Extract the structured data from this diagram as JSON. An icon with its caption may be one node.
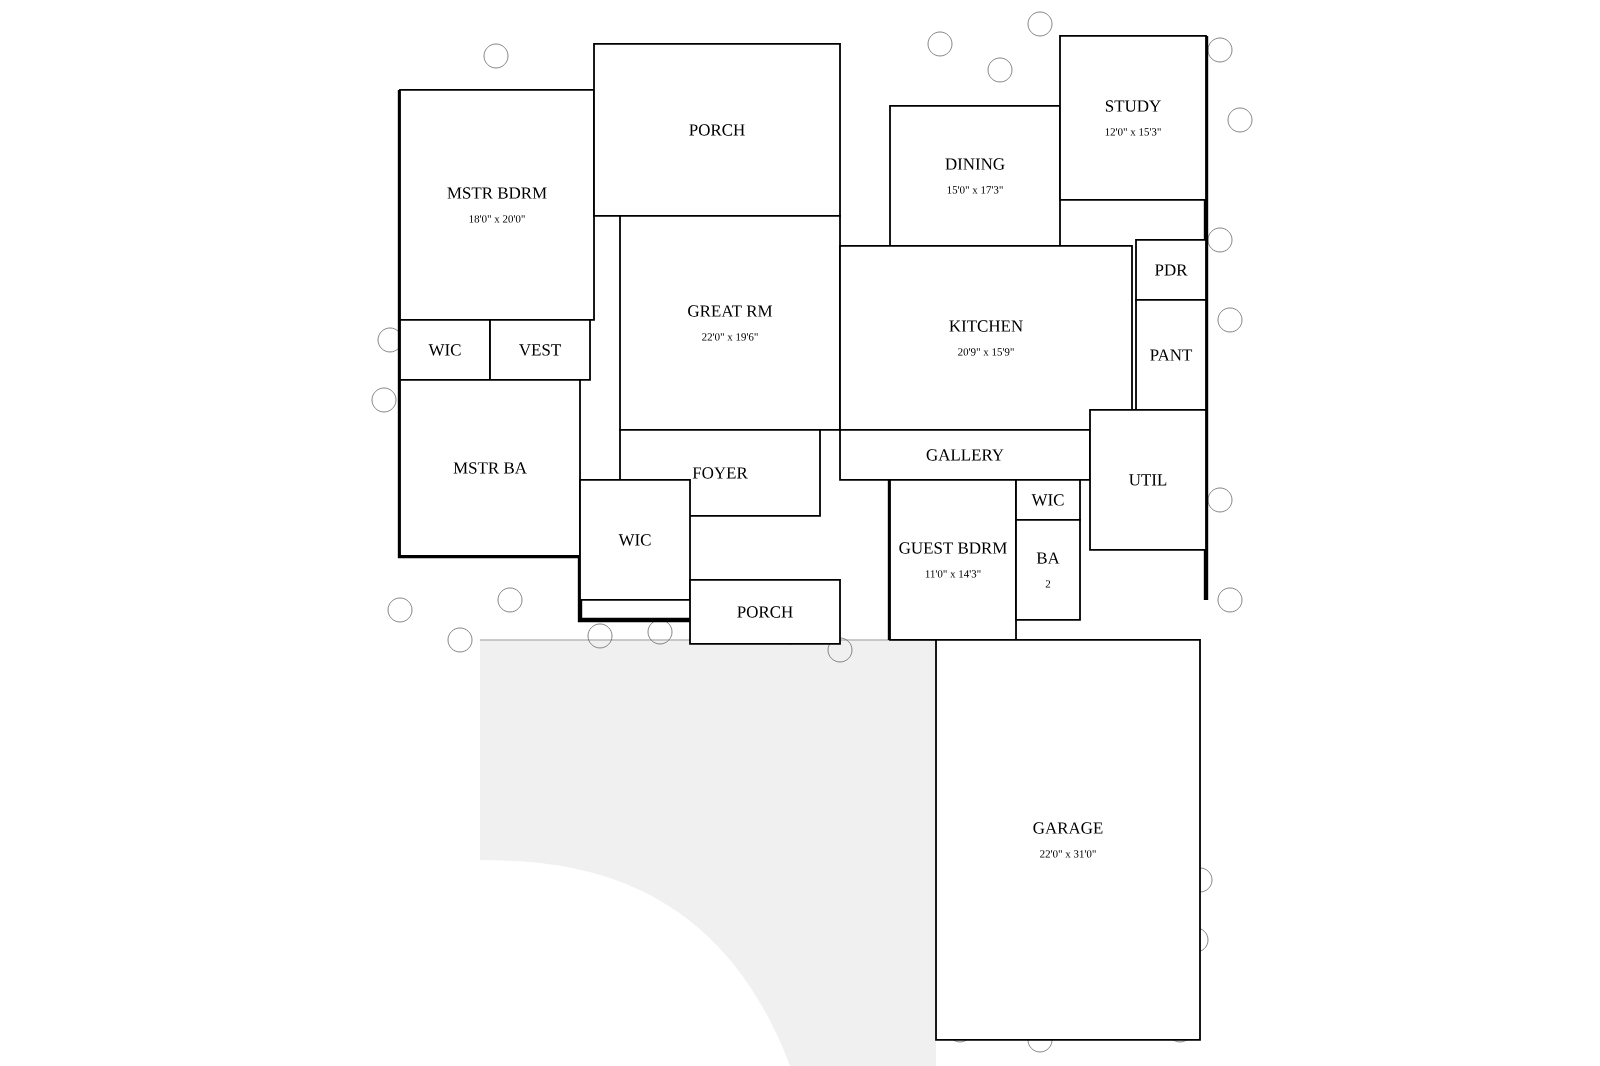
{
  "diagram": {
    "nodes": [
      {
        "text": [
          "MSTR BDRM",
          "18'0\" x 20'0\""
        ]
      },
      {
        "text": [
          "PORCH"
        ]
      },
      {
        "text": [
          "DINING",
          "15'0\" x 17'3\""
        ]
      },
      {
        "text": [
          "STUDY",
          "12'0\" x 15'3\""
        ]
      },
      {
        "text": [
          "GREAT RM",
          "22'0\" x 19'6\""
        ]
      },
      {
        "text": [
          "PDR"
        ]
      },
      {
        "text": [
          "WIC"
        ]
      },
      {
        "text": [
          "VEST"
        ]
      },
      {
        "text": [
          "KITCHEN",
          "20'9\" x 15'9\""
        ]
      },
      {
        "text": [
          "PANT"
        ]
      },
      {
        "text": [
          "MSTR BA"
        ]
      },
      {
        "text": [
          "FOYER"
        ]
      },
      {
        "text": [
          "GALLERY"
        ]
      },
      {
        "text": [
          "UTIL"
        ]
      },
      {
        "text": [
          "WIC"
        ]
      },
      {
        "text": [
          "GUEST BDRM",
          "11'0\" x 14'3\""
        ]
      },
      {
        "text": [
          "WIC"
        ]
      },
      {
        "text": [
          "BA",
          "2"
        ]
      },
      {
        "text": [
          "PORCH"
        ]
      },
      {
        "text": [
          "GARAGE",
          "22'0\" x 31'0\""
        ]
      }
    ]
  }
}
